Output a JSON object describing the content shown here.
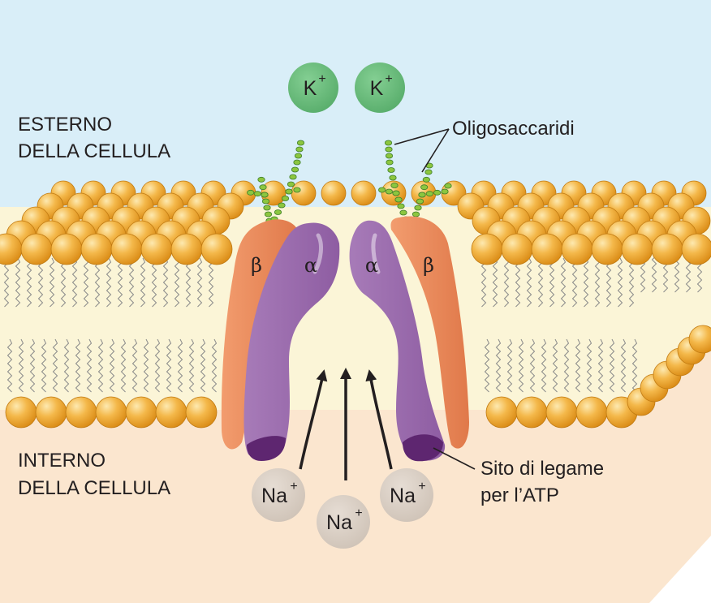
{
  "labels": {
    "outside_line1": "ESTERNO",
    "outside_line2": "DELLA CELLULA",
    "inside_line1": "INTERNO",
    "inside_line2": "DELLA CELLULA",
    "oligosaccharides": "Oligosaccaridi",
    "atp_site_line1": "Sito di legame",
    "atp_site_line2": "per l’ATP"
  },
  "ions": {
    "potassium": [
      {
        "symbol": "K",
        "charge": "+"
      },
      {
        "symbol": "K",
        "charge": "+"
      }
    ],
    "sodium": [
      {
        "symbol": "Na",
        "charge": "+"
      },
      {
        "symbol": "Na",
        "charge": "+"
      },
      {
        "symbol": "Na",
        "charge": "+"
      }
    ]
  },
  "subunits": {
    "alpha_left": "α",
    "alpha_right": "α",
    "beta_left": "β",
    "beta_right": "β"
  },
  "colors": {
    "extracellular": "#d9eef8",
    "membrane_core": "#fbf5d7",
    "cytoplasm": "#fbe6cf",
    "lipid_head": "#f0a82c",
    "alpha_subunit": "#9b6aac",
    "alpha_dark": "#5e2670",
    "beta_subunit": "#ed8b5d",
    "potassium": "#6cbf7e",
    "sodium": "#d9cfc5",
    "oligosaccharide": "#8cc63f"
  }
}
